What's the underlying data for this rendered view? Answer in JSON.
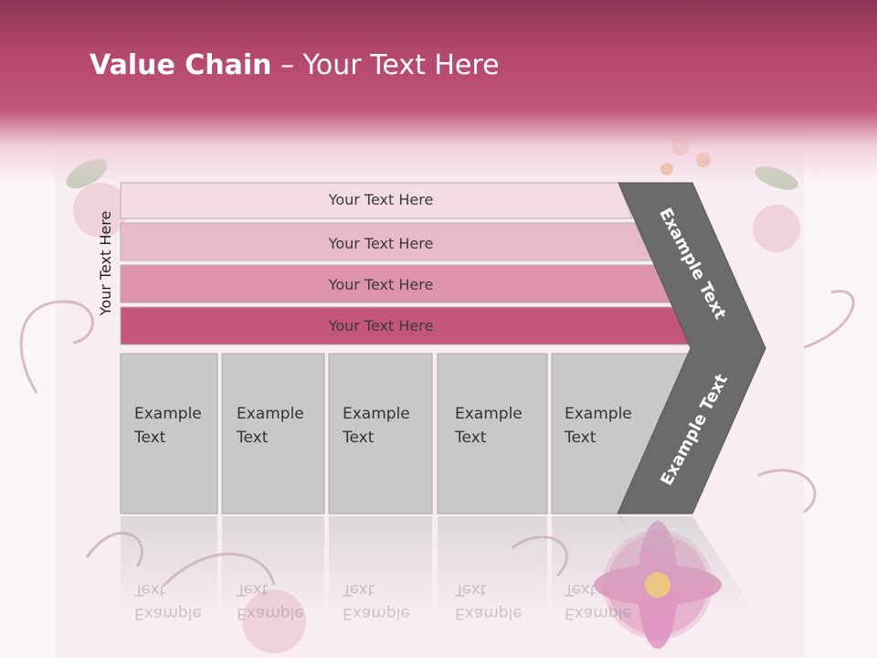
{
  "title": {
    "main": "Value Chain",
    "rest": " – Your Text Here"
  },
  "side_label": "Your Text Here",
  "bars": [
    {
      "label": "Your Text Here",
      "color": "#f3dce5"
    },
    {
      "label": "Your Text Here",
      "color": "#e8b9cb"
    },
    {
      "label": "Your Text Here",
      "color": "#dd92ae"
    },
    {
      "label": "Your Text Here",
      "color": "#c4557c"
    }
  ],
  "boxes": [
    {
      "line1": "Example",
      "line2": "Text"
    },
    {
      "line1": "Example",
      "line2": "Text"
    },
    {
      "line1": "Example",
      "line2": "Text"
    },
    {
      "line1": "Example",
      "line2": "Text"
    },
    {
      "line1": "Example",
      "line2": "Text"
    }
  ],
  "chevron": {
    "upper": "Example Text",
    "lower": "Example Text",
    "color": "#6b6b6b"
  },
  "colors": {
    "header": "#b4486c",
    "box_fill": "#c8c8c8",
    "box_border": "#a9a9a9"
  }
}
